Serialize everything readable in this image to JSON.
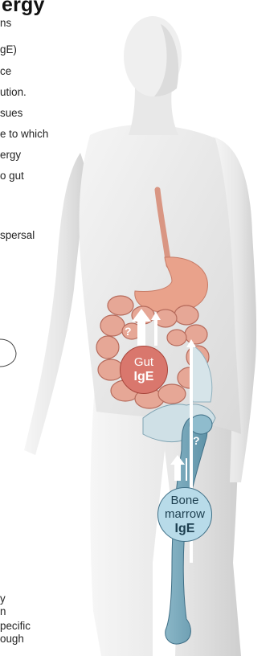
{
  "title": "ergy",
  "intro_lines": [
    "ns",
    "gE)",
    "ce",
    "ution.",
    "sues",
    "e to which",
    "ergy",
    "o gut"
  ],
  "dispersal_fragment": "spersal",
  "gut_node": {
    "line1": "Gut",
    "line2": "IgE",
    "question": "?"
  },
  "bone_node": {
    "line1": "Bone",
    "line2": "marrow",
    "line3": "IgE",
    "question": "?"
  },
  "bottom_lines": [
    "y",
    "n",
    "pecific",
    "ough"
  ],
  "colors": {
    "gut": "#d9776d",
    "gut_border": "#a8463c",
    "bone": "#b8dbe9",
    "bone_border": "#3f6f86",
    "bone_tissue": "#8fbccd",
    "intestine": "#e6a796",
    "stomach": "#e7a38c",
    "body": "#ececec",
    "arrow": "#ffffff"
  }
}
